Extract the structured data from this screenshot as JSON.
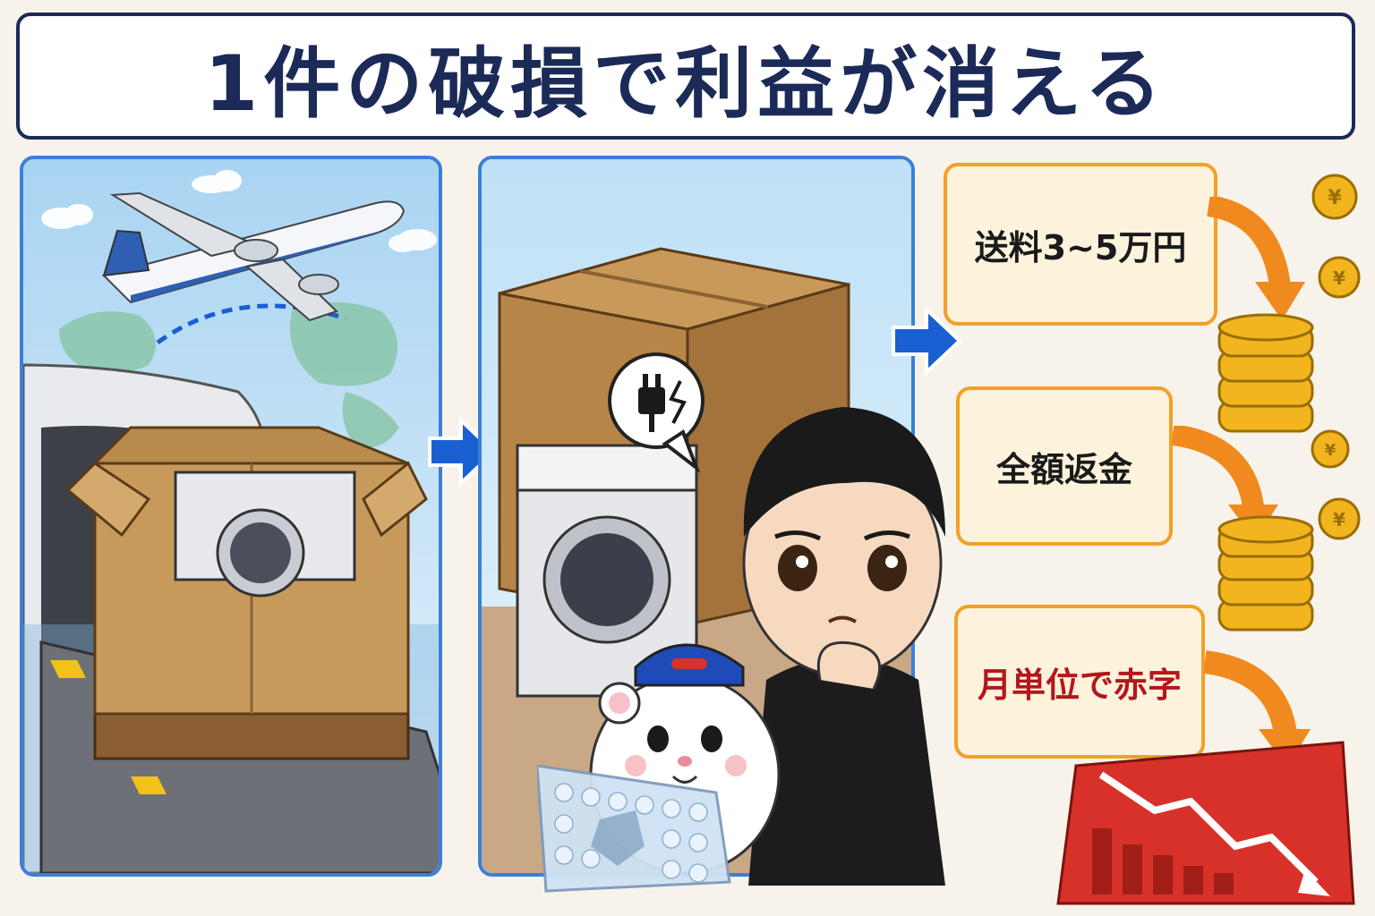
{
  "title": "1件の破損で利益が消える",
  "costs": [
    {
      "label": "送料3~5万円"
    },
    {
      "label": "全額返金"
    },
    {
      "label": "月単位で赤字"
    }
  ],
  "colors": {
    "title_text": "#1b2a57",
    "panel_border": "#3a80d8",
    "cost_border": "#f2a027",
    "cost_bg": "#fdf3dc",
    "loss_text": "#b3171b",
    "arrow_blue": "#1a5fd1",
    "arrow_orange": "#f08a1e",
    "coin_gold": "#f2b51e",
    "loss_chart_red": "#d8312a"
  },
  "icons": [
    "airplane-icon",
    "world-map-icon",
    "cardboard-box-icon",
    "washing-machine-icon",
    "broken-plug-icon",
    "worried-person-icon",
    "hamster-mascot-icon",
    "torn-bubble-wrap-icon",
    "coin-stack-icon",
    "yen-coin-icon",
    "falling-chart-icon"
  ]
}
